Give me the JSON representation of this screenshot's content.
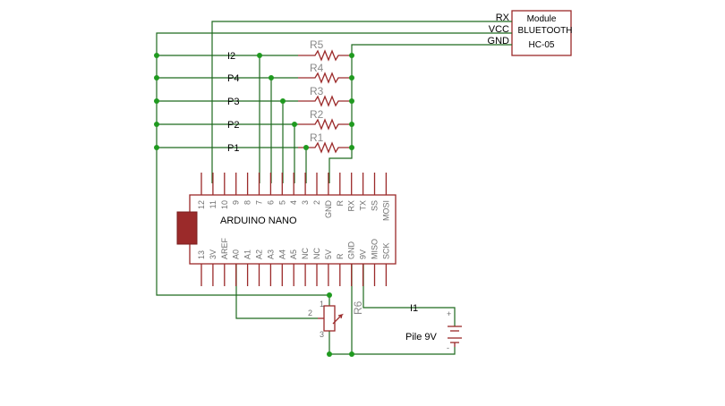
{
  "module": {
    "line1": "Module",
    "line2": "BLUETOOTH",
    "line3": "HC-05",
    "pins": [
      "RX",
      "VCC",
      "GND"
    ]
  },
  "resistors": [
    "R5",
    "R4",
    "R3",
    "R2",
    "R1"
  ],
  "nets": [
    "I2",
    "P4",
    "P3",
    "P2",
    "P1"
  ],
  "arduino": {
    "title": "ARDUINO NANO",
    "top_pins": [
      "12",
      "11",
      "10",
      "9",
      "8",
      "7",
      "6",
      "5",
      "4",
      "3",
      "2",
      "GND",
      "R",
      "RX",
      "TX",
      "SS",
      "MOSI"
    ],
    "bottom_pins": [
      "13",
      "3V",
      "AREF",
      "A0",
      "A1",
      "A2",
      "A3",
      "A4",
      "A5",
      "NC",
      "NC",
      "5V",
      "R",
      "GND",
      "9V",
      "MISO",
      "SCK"
    ]
  },
  "potentiometer": {
    "ref": "R6",
    "pins": [
      "1",
      "2",
      "3"
    ]
  },
  "battery": {
    "net": "I1",
    "label": "Pile 9V",
    "plus": "+",
    "minus": "-"
  }
}
